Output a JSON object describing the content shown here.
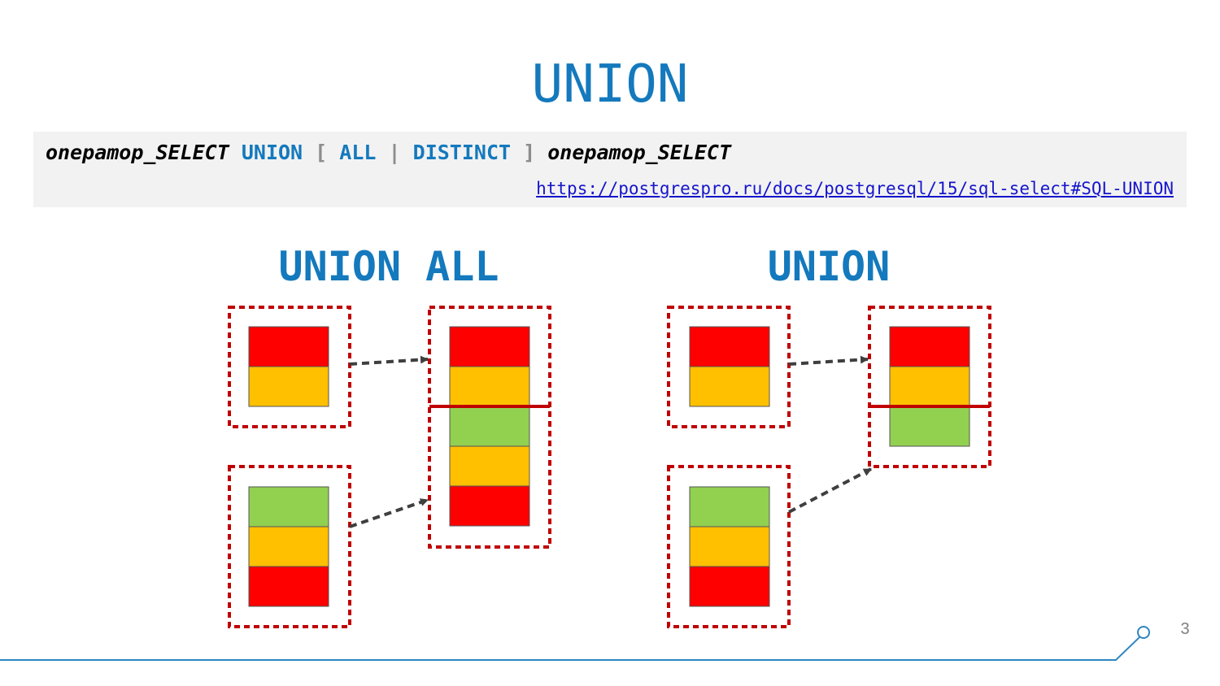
{
  "slide": {
    "title": "UNION",
    "page_number": "3"
  },
  "syntax": {
    "operand_left": "onepamop_SELECT",
    "keyword_union": "UNION",
    "bracket_open": "[",
    "keyword_all": "ALL",
    "pipe": "|",
    "keyword_distinct": "DISTINCT",
    "bracket_close": "]",
    "operand_right": "onepamop_SELECT",
    "link": "https://postgrespro.ru/docs/postgresql/15/sql-select#SQL-UNION"
  },
  "diagrams": {
    "union_all_title": "UNION ALL",
    "union_title": "UNION"
  },
  "colors": {
    "title_blue": "#1479bd",
    "dash_red": "#c00000",
    "row_red": "#ff0000",
    "row_orange": "#ffc000",
    "row_green": "#92d050",
    "arrow_gray": "#3f3f3f",
    "footer_line": "#2e86c1"
  }
}
